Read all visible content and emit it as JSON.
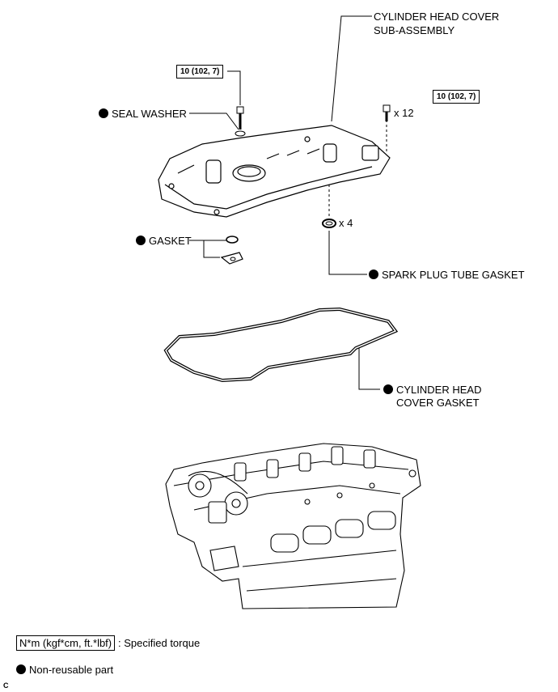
{
  "labels": {
    "cover_line1": "CYLINDER HEAD COVER",
    "cover_line2": "SUB-ASSEMBLY",
    "seal_washer": "SEAL WASHER",
    "gasket": "GASKET",
    "spark_plug_tube_gasket": "SPARK PLUG TUBE GASKET",
    "cover_gasket_line1": "CYLINDER HEAD",
    "cover_gasket_line2": "COVER GASKET"
  },
  "torque": {
    "left": "10 (102, 7)",
    "right": "10 (102, 7)"
  },
  "quantities": {
    "bolts": "x 12",
    "tube_gaskets": "x 4"
  },
  "legend": {
    "torque_unit": "N*m (kgf*cm, ft.*lbf)",
    "torque_text": ": Specified torque",
    "nonreusable_text": "Non-reusable part"
  },
  "figure_code": "C"
}
